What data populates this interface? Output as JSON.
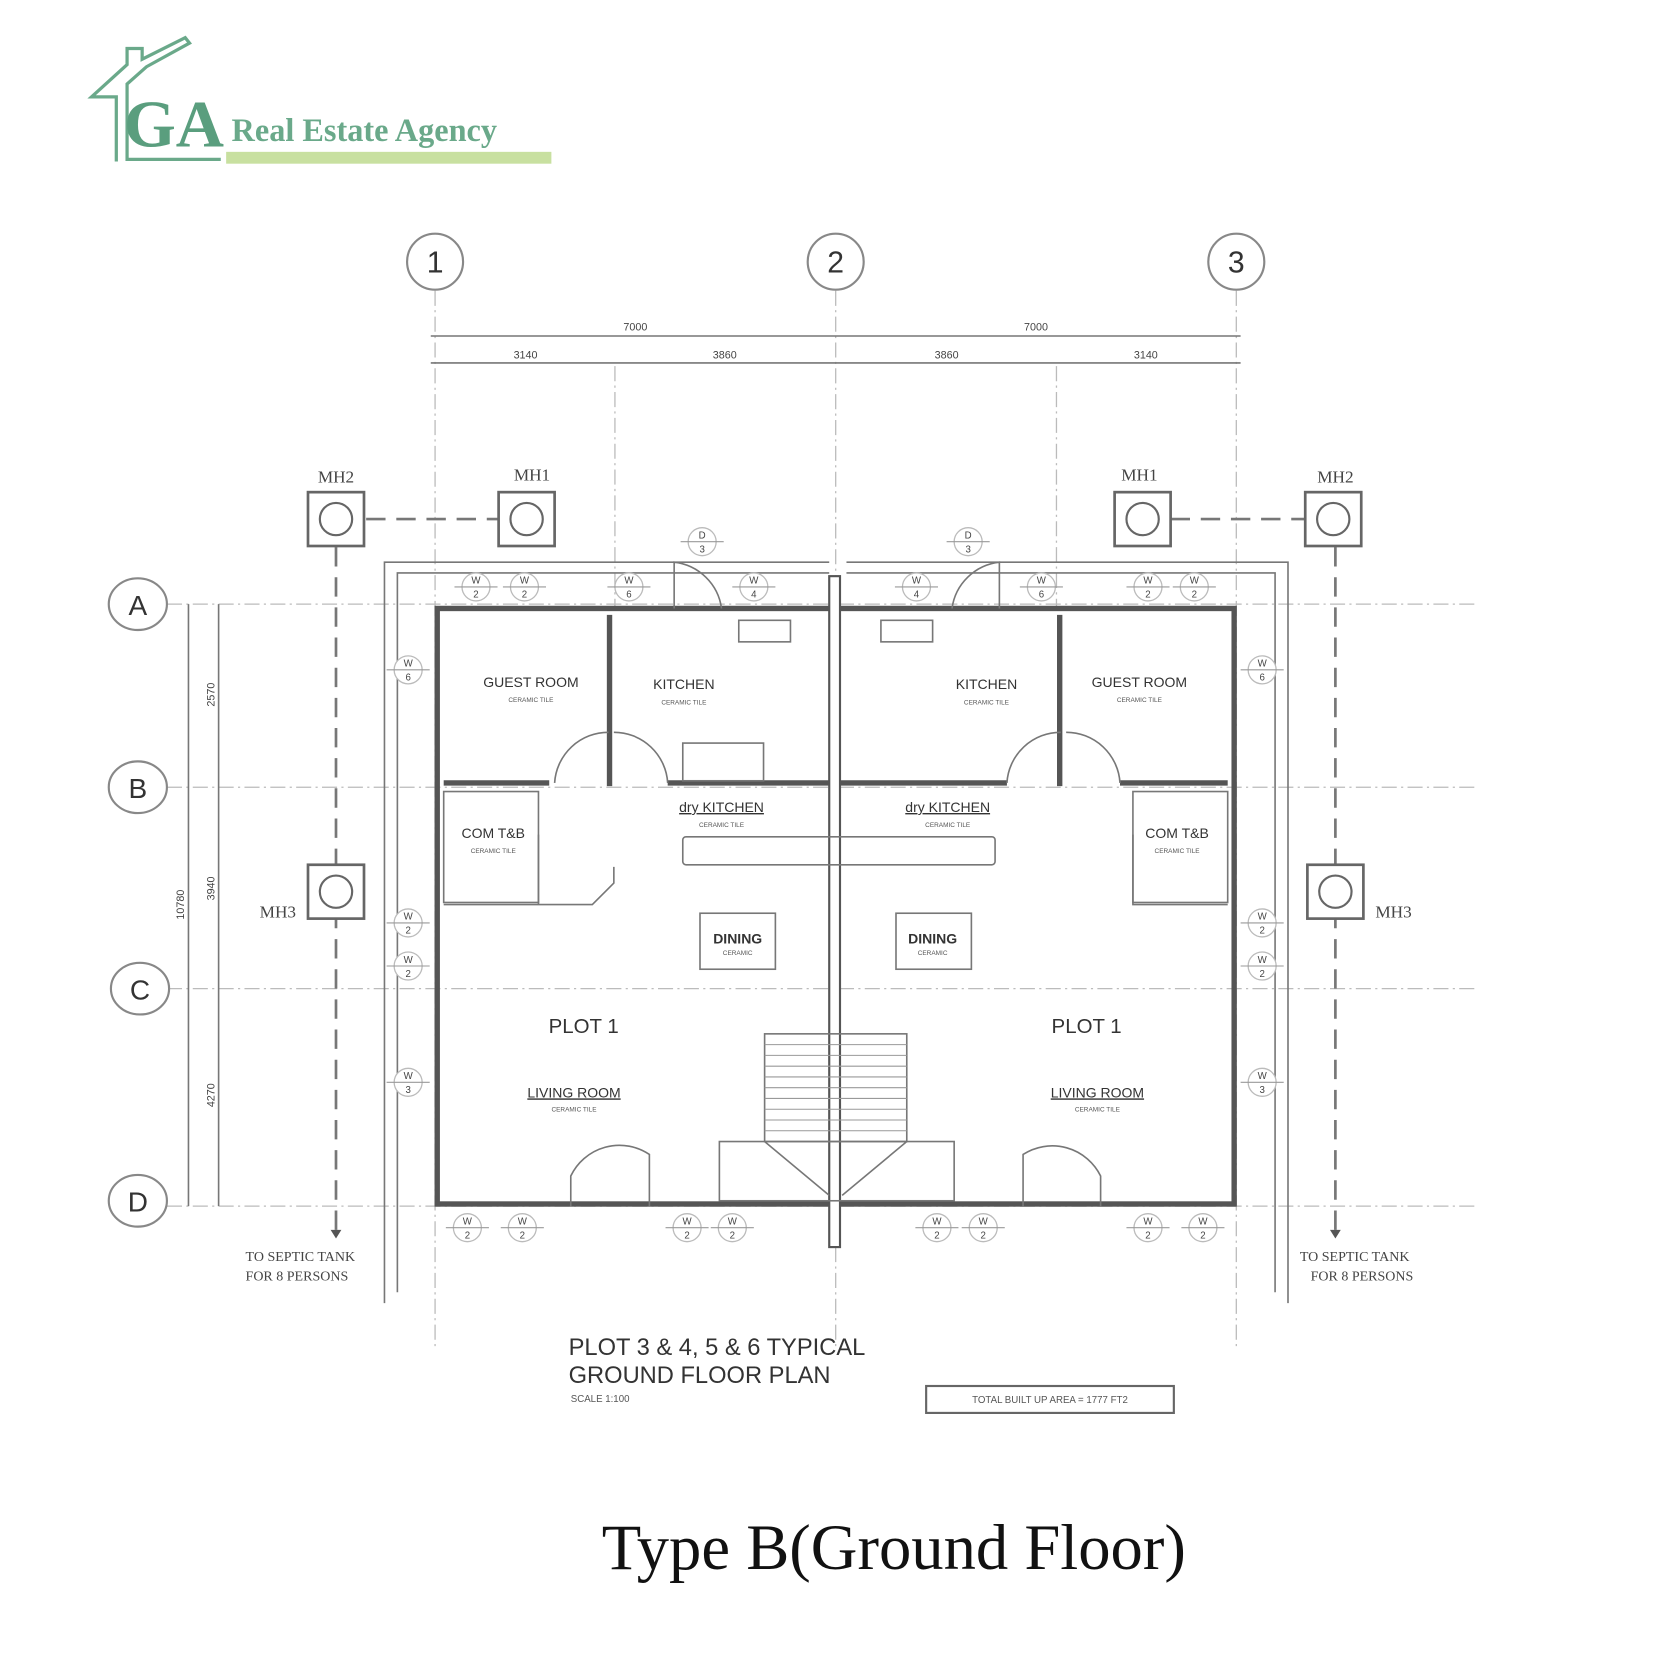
{
  "logo": {
    "monogram": "GA",
    "name": "Real Estate Agency",
    "color": "#5a9e7e",
    "bar_color": "#c8e0a0"
  },
  "grid": {
    "columns": [
      "1",
      "2",
      "3"
    ],
    "rows": [
      "A",
      "B",
      "C",
      "D"
    ]
  },
  "dimensions": {
    "overall": [
      "7000",
      "7000"
    ],
    "sub": [
      "3140",
      "3860",
      "3860",
      "3140"
    ],
    "vertical": [
      "2570",
      "3940",
      "4270"
    ],
    "vertical_total": "10780"
  },
  "manholes": {
    "mh1": "MH1",
    "mh2": "MH2",
    "mh3": "MH3"
  },
  "septic": {
    "line1": "TO SEPTIC TANK",
    "line2": "FOR 8 PERSONS"
  },
  "rooms": {
    "guest_room": "GUEST ROOM",
    "kitchen": "KITCHEN",
    "dry_kitchen": "dry KITCHEN",
    "com_tb": "COM T&B",
    "dining": "DINING",
    "plot": "PLOT 1",
    "living_room": "LIVING ROOM",
    "finish": "CERAMIC TILE",
    "dining_finish": "CERAMIC"
  },
  "tags": {
    "top": [
      [
        "W",
        "2"
      ],
      [
        "W",
        "2"
      ],
      [
        "W",
        "6"
      ],
      [
        "W",
        "4"
      ],
      [
        "W",
        "4"
      ],
      [
        "W",
        "6"
      ],
      [
        "W",
        "2"
      ],
      [
        "W",
        "2"
      ]
    ],
    "doors": [
      [
        "D",
        "3"
      ],
      [
        "D",
        "3"
      ]
    ],
    "left": [
      [
        "W",
        "6"
      ],
      [
        "W",
        "2"
      ],
      [
        "W",
        "2"
      ],
      [
        "W",
        "3"
      ]
    ],
    "right": [
      [
        "W",
        "6"
      ],
      [
        "W",
        "2"
      ],
      [
        "W",
        "2"
      ],
      [
        "W",
        "3"
      ]
    ],
    "bottom": [
      [
        "W",
        "2"
      ],
      [
        "W",
        "2"
      ],
      [
        "W",
        "2"
      ],
      [
        "W",
        "2"
      ],
      [
        "W",
        "2"
      ],
      [
        "W",
        "2"
      ],
      [
        "W",
        "2"
      ],
      [
        "W",
        "2"
      ]
    ]
  },
  "title_block": {
    "line1": "PLOT 3 & 4, 5 & 6 TYPICAL",
    "line2": "GROUND FLOOR PLAN",
    "scale": "SCALE 1:100",
    "area": "TOTAL BUILT UP AREA = 1777 FT2"
  },
  "caption": "Type B(Ground Floor)"
}
